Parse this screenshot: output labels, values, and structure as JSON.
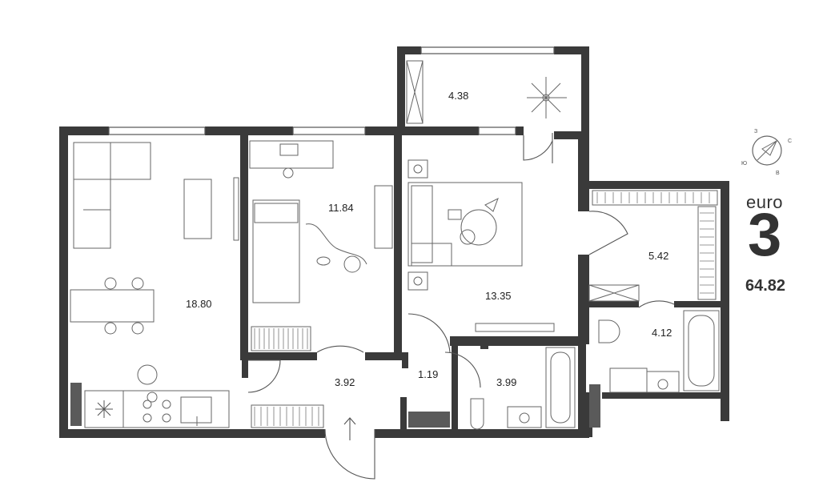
{
  "apartment": {
    "type_label": "euro",
    "rooms_count": "3",
    "total_area": "64.82"
  },
  "rooms": {
    "living_kitchen": "18.80",
    "bedroom_small": "11.84",
    "bedroom_main": "13.35",
    "balcony": "4.38",
    "wardrobe": "5.42",
    "bathroom_right": "4.12",
    "bathroom_center": "3.99",
    "hallway": "3.92",
    "corridor": "1.19"
  },
  "compass": {
    "north": "З",
    "east": "С",
    "south": "В",
    "west": "Ю"
  },
  "colors": {
    "wall": "#3a3a3a",
    "line": "#555555",
    "background": "#ffffff"
  }
}
